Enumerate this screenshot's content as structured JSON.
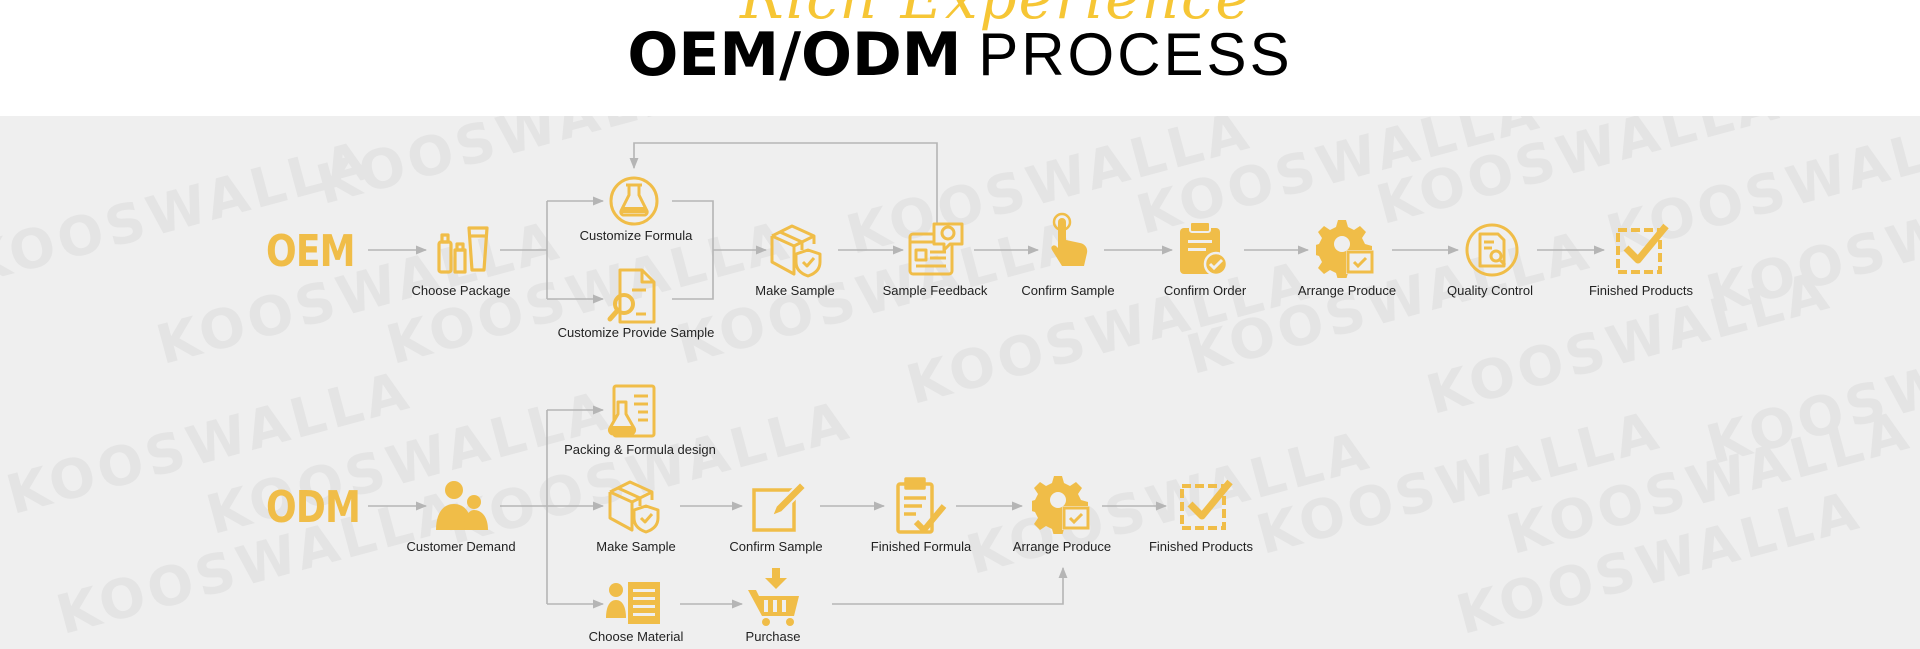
{
  "header": {
    "script_text": "Rich Experience",
    "title_bold": "OEM/ODM",
    "title_light": "PROCESS"
  },
  "watermark": "KOOSWALLA",
  "colors": {
    "accent": "#f0bd48",
    "line": "#b5b5b5",
    "panel": "#efefef"
  },
  "oem": {
    "label": "OEM",
    "steps": {
      "choose_package": "Choose Package",
      "customize_formula": "Customize Formula",
      "customize_provide_sample": "Customize Provide Sample",
      "make_sample": "Make Sample",
      "sample_feedback": "Sample Feedback",
      "confirm_sample": "Confirm Sample",
      "confirm_order": "Confirm Order",
      "arrange_produce": "Arrange Produce",
      "quality_control": "Quality Control",
      "finished_products": "Finished Products"
    }
  },
  "odm": {
    "label": "ODM",
    "steps": {
      "customer_demand": "Customer Demand",
      "packing_formula_design": "Packing & Formula design",
      "make_sample": "Make Sample",
      "choose_material": "Choose Material",
      "confirm_sample": "Confirm Sample",
      "purchase": "Purchase",
      "finished_formula": "Finished Formula",
      "arrange_produce": "Arrange Produce",
      "finished_products": "Finished Products"
    }
  }
}
